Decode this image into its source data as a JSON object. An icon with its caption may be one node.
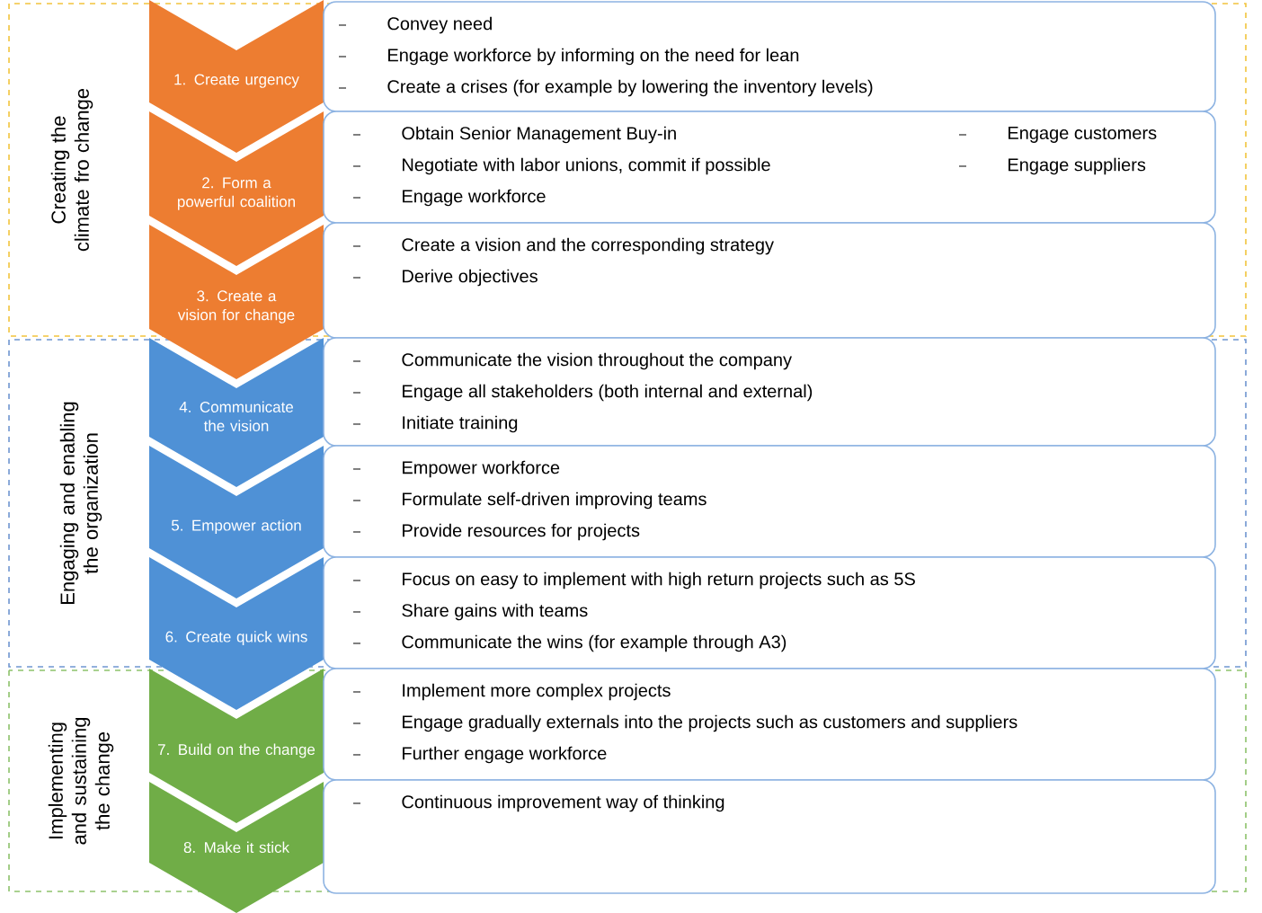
{
  "diagram": {
    "nodes": [
      {
        "text": [
          "Creating the climate fro change"
        ]
      },
      {
        "text": [
          "Engaging and enabling the organization"
        ]
      },
      {
        "text": [
          "Implementing and sustaining the change"
        ]
      },
      {
        "text": [
          "1. Create urgency"
        ],
        "in": 0
      },
      {
        "text": [
          "2. Form a powerful coalition"
        ],
        "in": 0
      },
      {
        "text": [
          "3. Create a vision for change"
        ]
      },
      {
        "text": [
          "4. Communicate the vision"
        ],
        "in": 1
      },
      {
        "text": [
          "5. Empower action"
        ],
        "in": 1
      },
      {
        "text": [
          "6. Create quick wins"
        ]
      },
      {
        "text": [
          "7. Build on the change"
        ],
        "in": 2
      },
      {
        "text": [
          "8. Make it stick"
        ],
        "in": 2
      },
      {
        "text": [
          "Convey need",
          "Engage workforce by informing on the need for lean",
          "Create a crises (for example by lowering the inventory levels)"
        ],
        "in": 0
      },
      {
        "text": [
          "Obtain Senior Management Buy-in",
          "Negotiate with labor unions, commit if possible",
          "Engage workforce",
          "Engage customers",
          "Engage suppliers"
        ],
        "in": 0
      },
      {
        "text": [
          "Create a vision and the corresponding strategy",
          "Derive objectives"
        ],
        "in": 0
      },
      {
        "text": [
          "Communicate the vision throughout the company",
          "Engage all stakeholders (both internal and external)",
          "Initiate training"
        ],
        "in": 1
      },
      {
        "text": [
          "Empower workforce",
          "Formulate self-driven improving teams",
          "Provide resources for projects"
        ],
        "in": 1
      },
      {
        "text": [
          "Focus on easy to implement with high return projects such as 5S",
          "Share gains with teams",
          "Communicate the wins (for example through A3)"
        ],
        "in": 1
      },
      {
        "text": [
          "Implement more complex projects",
          "Engage gradually externals into the projects such as customers and suppliers",
          "Further engage workforce"
        ],
        "in": 2
      },
      {
        "text": [
          "Continuous improvement way of thinking"
        ],
        "in": 2
      }
    ]
  }
}
